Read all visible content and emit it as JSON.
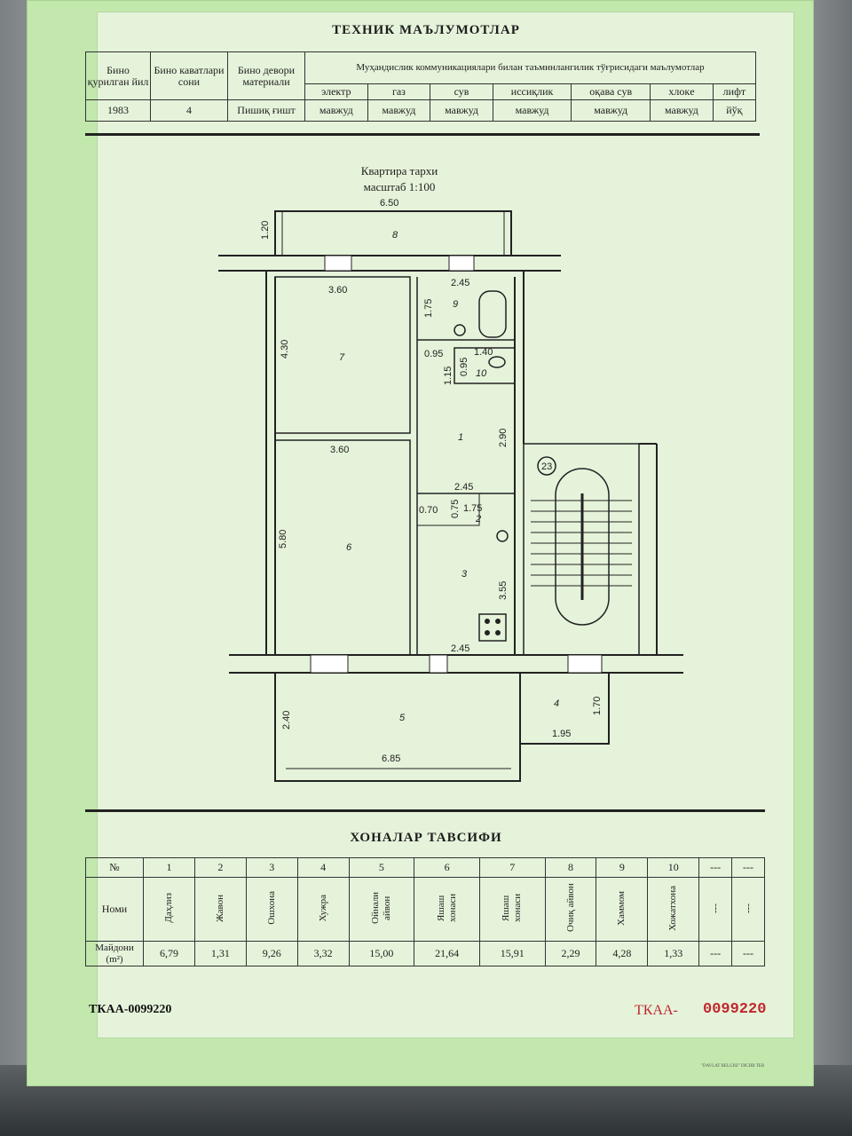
{
  "header": {
    "title": "ТЕХНИК МАЪЛУМОТЛАР",
    "col_year": "Бино қурилган йил",
    "col_floors": "Бино каватлари сони",
    "col_wall": "Бино девори материали",
    "col_utilities": "Муҳандислик коммуникациялари билан таъминлангилик тўғрисидаги маълумотлар",
    "utility_names": [
      "электр",
      "газ",
      "сув",
      "иссиқлик",
      "оқава сув",
      "хлокe",
      "лифт"
    ],
    "year": "1983",
    "floors": "4",
    "wall": "Пишиқ ғишт",
    "utility_values": [
      "мавжуд",
      "мавжуд",
      "мавжуд",
      "мавжуд",
      "мавжуд",
      "мавжуд",
      "йўқ"
    ]
  },
  "plan": {
    "title": "Квартира тархи",
    "scale": "масштаб 1:100",
    "dims": {
      "d650": "6.50",
      "d120": "1.20",
      "d360a": "3.60",
      "d245a": "2.45",
      "d175a": "1.75",
      "d430": "4.30",
      "d095a": "0.95",
      "d140": "1.40",
      "d095b": "0.95",
      "d115": "1.15",
      "d360b": "3.60",
      "d290": "2.90",
      "d580": "5.80",
      "d245b": "2.45",
      "d070": "0.70",
      "d075": "0.75",
      "d175b": "1.75",
      "d355": "3.55",
      "d245c": "2.45",
      "d240": "2.40",
      "d685": "6.85",
      "d170": "1.70",
      "d195": "1.95"
    },
    "rooms": {
      "r1": "1",
      "r2": "2",
      "r3": "3",
      "r4": "4",
      "r5": "5",
      "r6": "6",
      "r7": "7",
      "r8": "8",
      "r9": "9",
      "r10": "10",
      "stair": "23"
    }
  },
  "rooms_table": {
    "title": "ХОНАЛАР ТАВСИФИ",
    "no_label": "№",
    "name_label": "Номи",
    "area_label": "Майдони (m²)",
    "numbers": [
      "1",
      "2",
      "3",
      "4",
      "5",
      "6",
      "7",
      "8",
      "9",
      "10",
      "---",
      "---"
    ],
    "names": [
      "Даҳлиз",
      "Жавон",
      "Ошхона",
      "Хужра",
      "Ойнали айвон",
      "Яшаш хонаси",
      "Яшаш хонаси",
      "Очиқ айвон",
      "Хаммом",
      "Хожатхона",
      "---",
      "---"
    ],
    "areas": [
      "6,79",
      "1,31",
      "9,26",
      "3,32",
      "15,00",
      "21,64",
      "15,91",
      "2,29",
      "4,28",
      "1,33",
      "---",
      "---"
    ]
  },
  "serial": {
    "left": "ТКАА-0099220",
    "right_prefix": "ТКАА-",
    "right_number": "0099220"
  },
  "printer": "\"DAVLAT BELGISI\" DICHB TEB"
}
